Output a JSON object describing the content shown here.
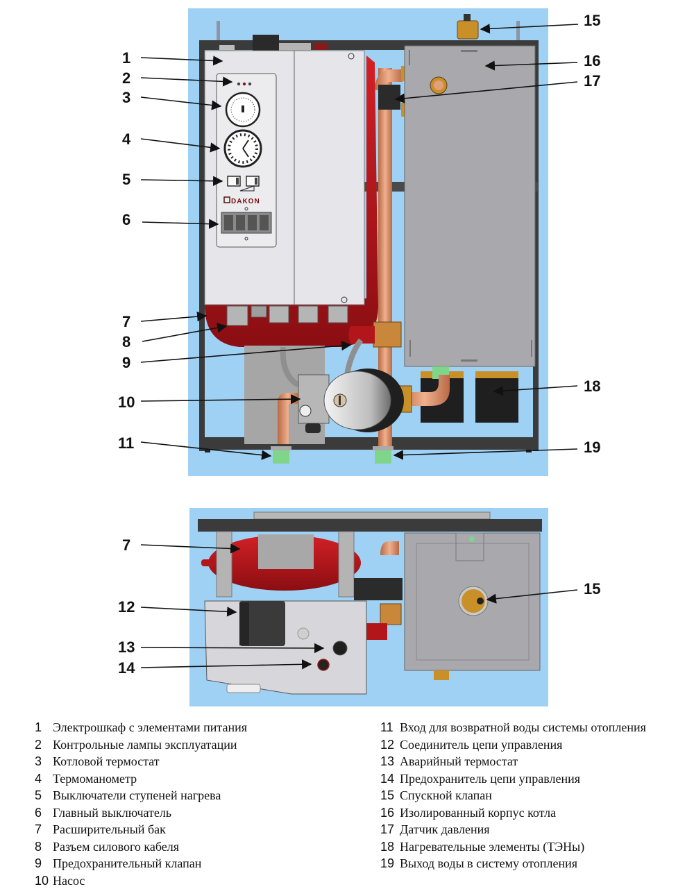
{
  "brand_label": "DAKON",
  "colors": {
    "background_blue": "#9fd1f5",
    "frame_dark": "#3b3b3b",
    "cabinet_light": "#e6e6ea",
    "boiler_grey": "#a9a9ad",
    "expansion_tank_red": "#b3161a",
    "copper_pipe": "#d98e6a",
    "brass": "#c9902a",
    "green_fitting": "#7fd58a"
  },
  "callouts_front_view": [
    {
      "id": "1"
    },
    {
      "id": "2"
    },
    {
      "id": "3"
    },
    {
      "id": "4"
    },
    {
      "id": "5"
    },
    {
      "id": "6"
    },
    {
      "id": "7"
    },
    {
      "id": "8"
    },
    {
      "id": "9"
    },
    {
      "id": "10"
    },
    {
      "id": "11"
    },
    {
      "id": "15"
    },
    {
      "id": "16"
    },
    {
      "id": "17"
    },
    {
      "id": "18"
    },
    {
      "id": "19"
    }
  ],
  "callouts_top_view": [
    {
      "id": "7"
    },
    {
      "id": "12"
    },
    {
      "id": "13"
    },
    {
      "id": "14"
    },
    {
      "id": "15"
    }
  ],
  "legend": {
    "left": [
      {
        "num": "1",
        "text": "Электрошкаф с элементами питания"
      },
      {
        "num": "2",
        "text": "Контрольные лампы эксплуатации"
      },
      {
        "num": "3",
        "text": "Котловой термостат"
      },
      {
        "num": "4",
        "text": "Термоманометр"
      },
      {
        "num": "5",
        "text": "Выключатели ступеней нагрева"
      },
      {
        "num": "6",
        "text": "Главный выключатель"
      },
      {
        "num": "7",
        "text": "Расширительный бак"
      },
      {
        "num": "8",
        "text": "Разъем силового кабеля"
      },
      {
        "num": "9",
        "text": "Предохранительный клапан"
      },
      {
        "num": "10",
        "text": "Насос"
      }
    ],
    "right": [
      {
        "num": "11",
        "text": "Вход для возвратной воды системы отопления"
      },
      {
        "num": "12",
        "text": "Соединитель цепи управления"
      },
      {
        "num": "13",
        "text": "Аварийный термостат"
      },
      {
        "num": "14",
        "text": "Предохранитель цепи управления"
      },
      {
        "num": "15",
        "text": "Спускной клапан"
      },
      {
        "num": "16",
        "text": "Изолированный корпус котла"
      },
      {
        "num": "17",
        "text": "Датчик давления"
      },
      {
        "num": "18",
        "text": "Нагревательные элементы (ТЭНы)"
      },
      {
        "num": "19",
        "text": "Выход воды в систему отопления"
      }
    ]
  }
}
